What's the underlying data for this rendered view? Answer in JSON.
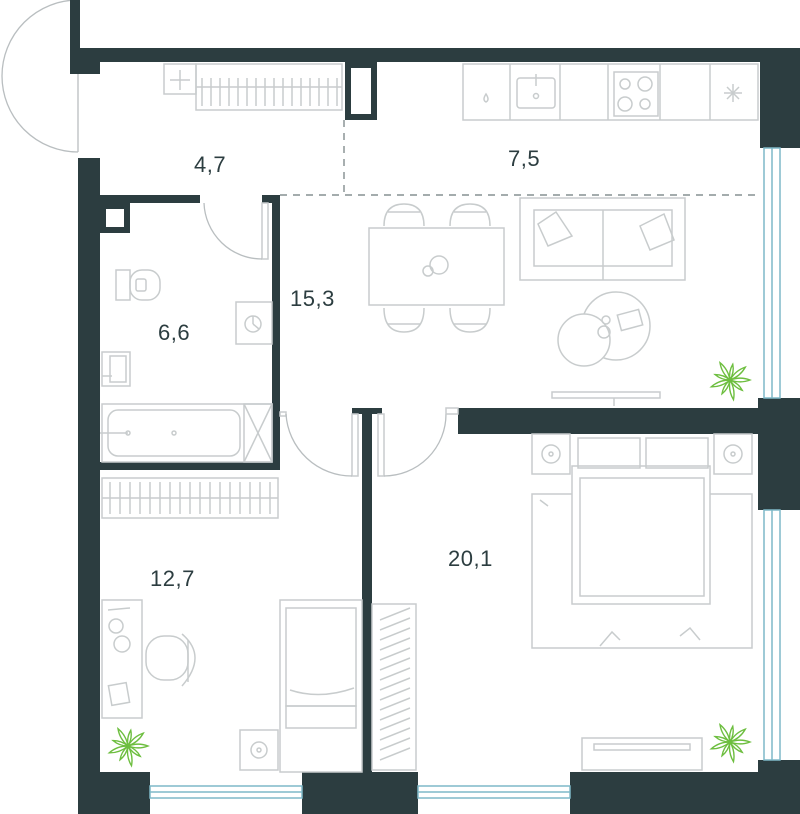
{
  "rooms": [
    {
      "id": "hallway",
      "area": "4,7"
    },
    {
      "id": "kitchen",
      "area": "7,5"
    },
    {
      "id": "living",
      "area": "15,3"
    },
    {
      "id": "bathroom",
      "area": "6,6"
    },
    {
      "id": "kids-room",
      "area": "12,7"
    },
    {
      "id": "bedroom",
      "area": "20,1"
    }
  ],
  "colors": {
    "wall": "#2c3d40",
    "furniture": "#c8cccd",
    "window": "#7fb9c8",
    "plant": "#6dbe3f",
    "label": "#2c3d40"
  }
}
